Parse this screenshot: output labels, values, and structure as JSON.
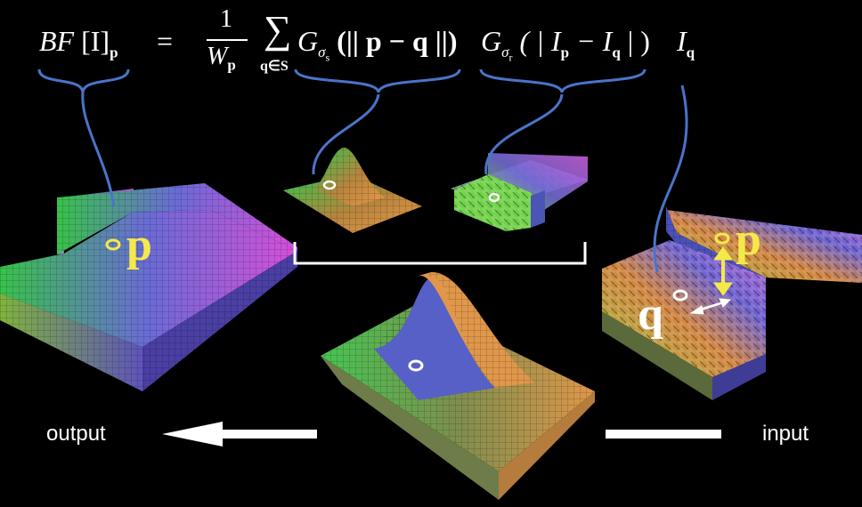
{
  "formula": {
    "lhs_main": "BF",
    "lhs_bracket": "[I]",
    "lhs_sub": "p",
    "equals": "=",
    "frac_num": "1",
    "frac_den": "W",
    "frac_den_sub": "p",
    "sum_symbol": "∑",
    "sum_sub": "q∈S",
    "spatial_g": "G",
    "spatial_sigma": "σ",
    "spatial_sigma_sub": "s",
    "spatial_arg": "(|| p − q ||)",
    "range_g": "G",
    "range_sigma": "σ",
    "range_sigma_sub": "r",
    "range_arg": "( | I",
    "range_arg_sub1": "p",
    "range_arg_mid": " − I",
    "range_arg_sub2": "q",
    "range_arg_end": " | )",
    "intensity": "I",
    "intensity_sub": "q"
  },
  "labels": {
    "output": "output",
    "input": "input",
    "output_point": "p",
    "input_point_p": "p",
    "input_point_q": "q"
  },
  "colors": {
    "background": "#000000",
    "connector": "#4a74c9",
    "highlight": "#f5e94a",
    "text": "#ffffff"
  },
  "icons": [
    "output-arrow-icon",
    "input-line-icon",
    "bracket-icon"
  ]
}
